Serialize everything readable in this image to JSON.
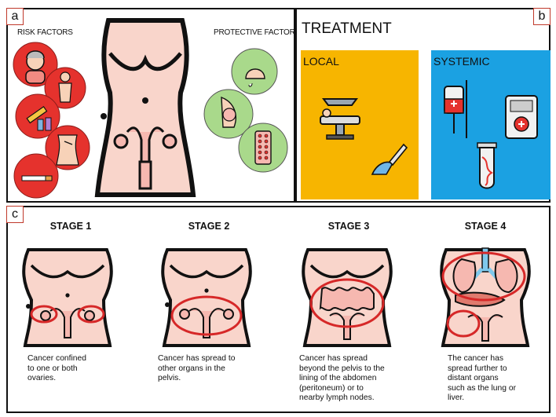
{
  "panels": {
    "a": {
      "tag": "a",
      "risk_label": "RISK FACTORS",
      "protective_label": "PROTECTIVE FACTORS",
      "risk_icons": [
        "elderly-woman-icon",
        "woman-body-icon",
        "syringe-vials-icon",
        "abdomen-scar-icon",
        "cigarette-icon"
      ],
      "protective_icons": [
        "breastfeeding-icon",
        "pregnancy-icon",
        "contraceptive-pills-icon"
      ]
    },
    "b": {
      "tag": "b",
      "title": "TREATMENT",
      "local": {
        "label": "LOCAL",
        "color": "#F7B500",
        "icons": [
          "radiotherapy-machine-icon",
          "scalpel-icon"
        ]
      },
      "systemic": {
        "label": "SYSTEMIC",
        "color": "#1BA1E2",
        "icons": [
          "iv-drip-icon",
          "pill-box-icon",
          "test-tube-icon"
        ]
      }
    },
    "c": {
      "tag": "c",
      "stages": [
        {
          "title": "STAGE 1",
          "desc": "Cancer confined\nto one or both\novaries."
        },
        {
          "title": "STAGE 2",
          "desc": "Cancer has spread to\nother organs in the\npelvis."
        },
        {
          "title": "STAGE 3",
          "desc": "Cancer has spread\nbeyond the pelvis to the\nlining of the abdomen\n(peritoneum) or to\nnearby lymph nodes."
        },
        {
          "title": "STAGE 4",
          "desc": "The cancer has\nspread further to\ndistant organs\nsuch as the lung or\nliver."
        }
      ]
    }
  },
  "colors": {
    "skin": "#F9D5CB",
    "outline": "#111111",
    "highlight": "#D62828",
    "green": "#A9D98B",
    "red": "#E5322D"
  }
}
